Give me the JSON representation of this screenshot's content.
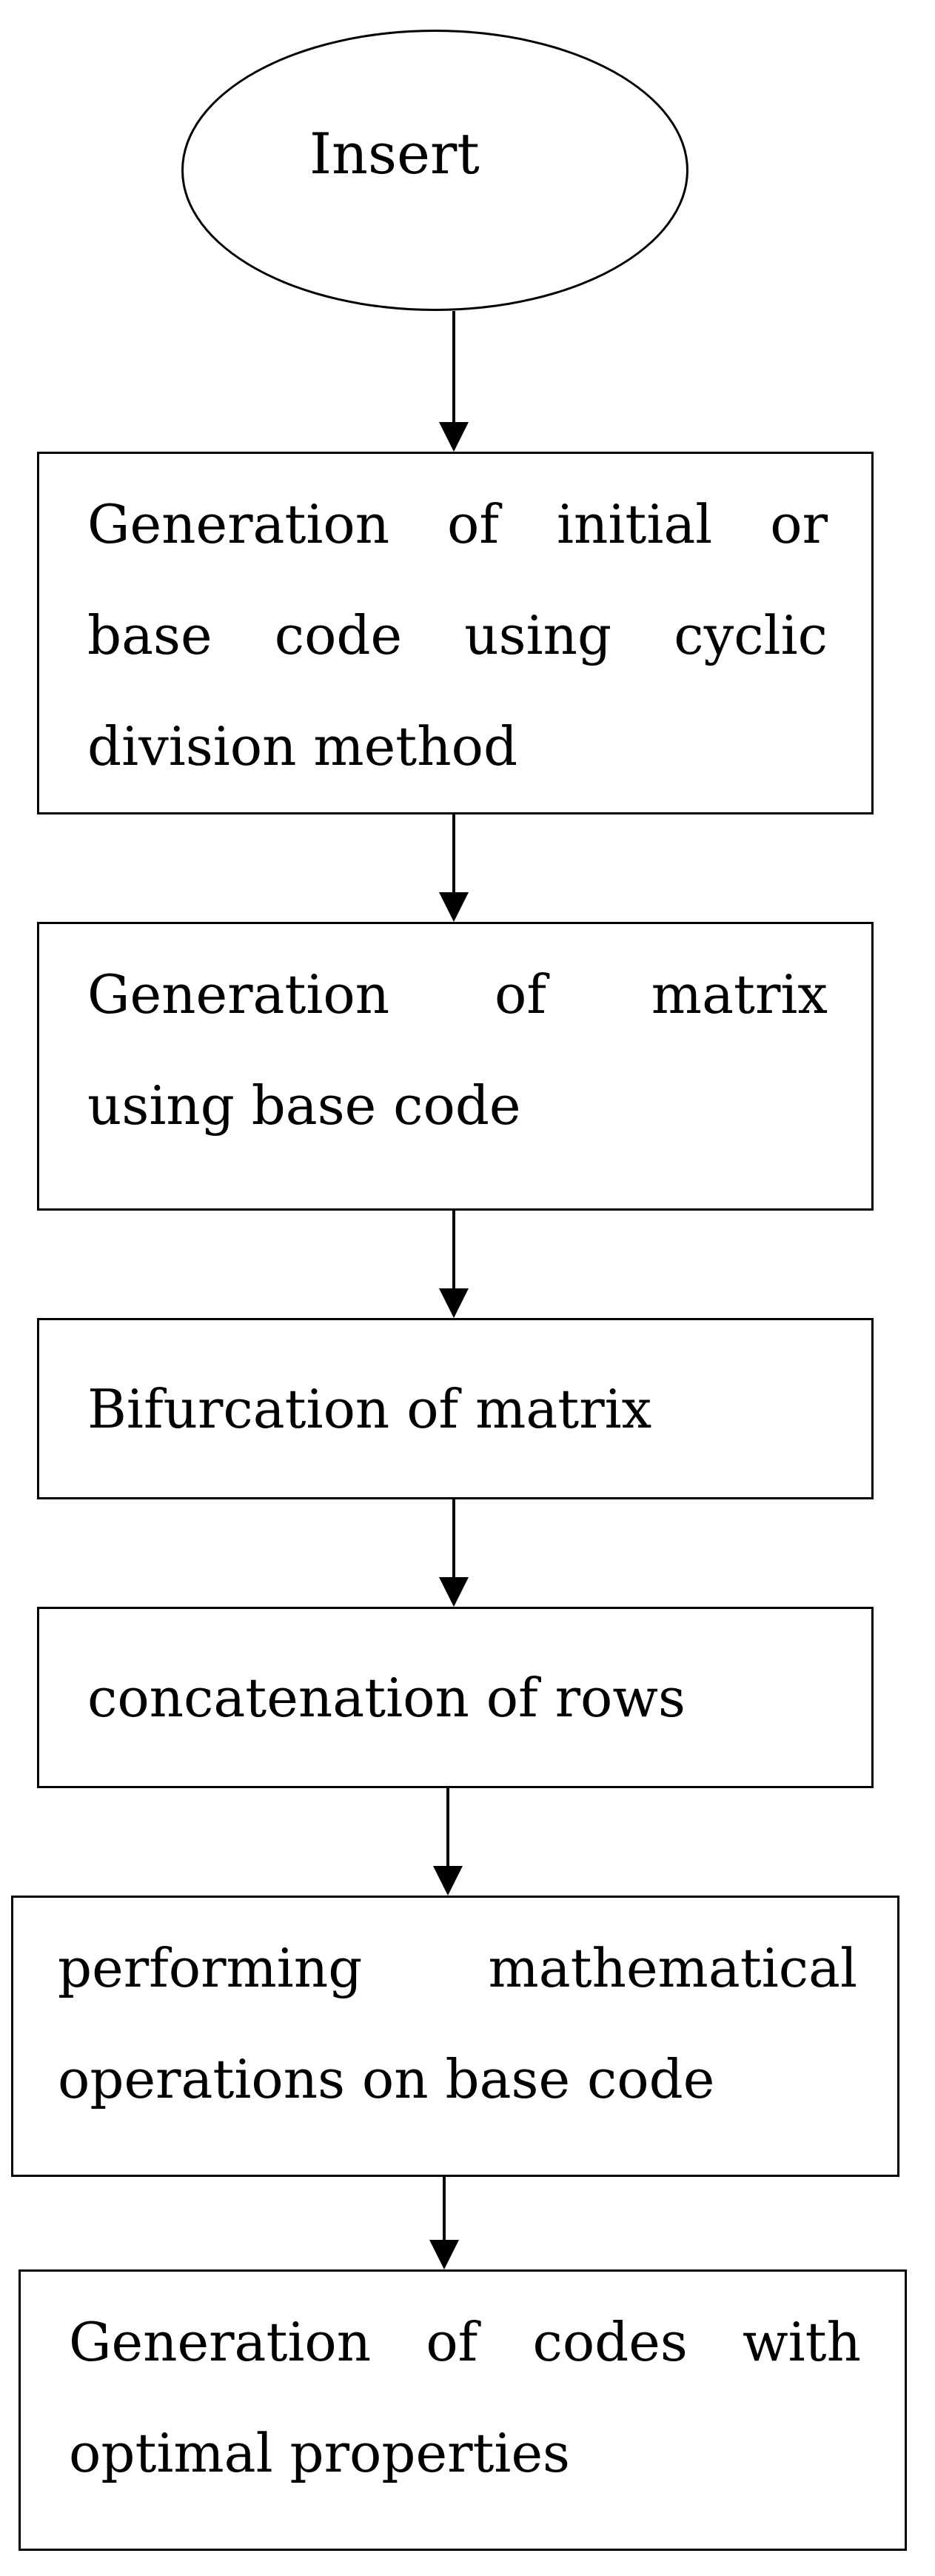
{
  "flowchart": {
    "start": {
      "label": "Insert"
    },
    "steps": [
      {
        "lines": [
          "Generation of initial or",
          "base code using cyclic",
          "division method"
        ]
      },
      {
        "lines": [
          "Generation of matrix",
          "using base code"
        ]
      },
      {
        "lines": [
          "Bifurcation of matrix"
        ]
      },
      {
        "lines": [
          "concatenation of rows"
        ]
      },
      {
        "lines": [
          "performing mathematical",
          "operations on base code"
        ]
      },
      {
        "lines": [
          "Generation of codes with",
          "optimal properties"
        ]
      }
    ]
  }
}
